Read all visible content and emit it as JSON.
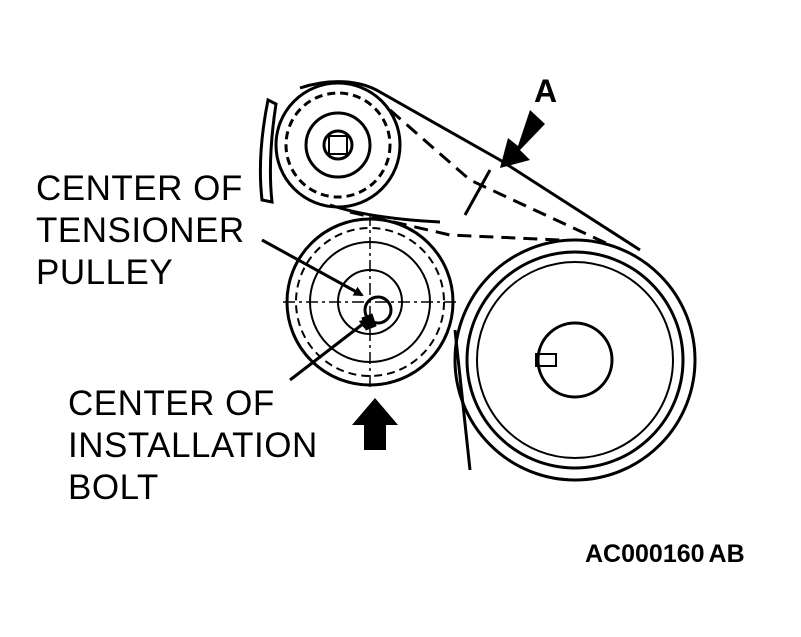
{
  "labels": {
    "tensioner_center": [
      "CENTER OF",
      "TENSIONER",
      "PULLEY"
    ],
    "bolt_center": [
      "CENTER OF",
      "INSTALLATION",
      "BOLT"
    ],
    "callout_a": "A",
    "figure_code": "AC000160",
    "figure_suffix": "AB"
  },
  "colors": {
    "ink": "#000000",
    "paper": "#ffffff"
  },
  "icons": [
    "camshaft-sprocket-icon",
    "tensioner-pulley-icon",
    "crankshaft-pulley-icon",
    "arrow-icon"
  ]
}
